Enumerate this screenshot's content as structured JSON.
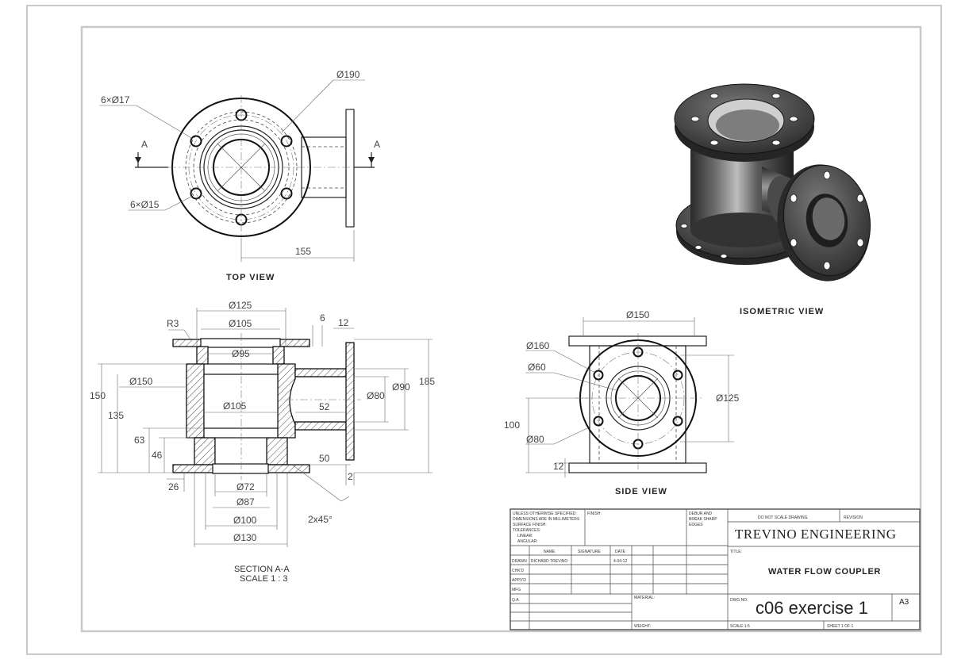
{
  "views": {
    "top_view": "TOP VIEW",
    "section_view": "SECTION A-A",
    "section_scale": "SCALE 1 : 3",
    "side_view": "SIDE VIEW",
    "isometric_view": "ISOMETRIC VIEW",
    "section_marker": "A"
  },
  "top_dims": {
    "holes_17": "6×Ø17",
    "holes_15": "6×Ø15",
    "flange_dia": "Ø190",
    "offset": "155"
  },
  "section_dims": {
    "d125": "Ø125",
    "d105_top": "Ø105",
    "d95": "Ø95",
    "d150": "Ø150",
    "d105_mid": "Ø105",
    "d80": "Ø80",
    "d90": "Ø90",
    "d72": "Ø72",
    "d87": "Ø87",
    "d100": "Ø100",
    "d130": "Ø130",
    "r3": "R3",
    "v6": "6",
    "v12": "12",
    "v150": "150",
    "v135": "135",
    "v63": "63",
    "v46": "46",
    "v26": "26",
    "v52": "52",
    "v185": "185",
    "v50": "50",
    "v2": "2",
    "chamfer": "2x45°"
  },
  "side_dims": {
    "d150": "Ø150",
    "d160": "Ø160",
    "d60": "Ø60",
    "d80": "Ø80",
    "d125": "Ø125",
    "v100": "100",
    "v12": "12"
  },
  "title_block": {
    "tolerance_note": [
      "UNLESS OTHERWISE SPECIFIED:",
      "DIMENSIONS ARE IN MILLIMETERS",
      "SURFACE FINISH:",
      "TOLERANCES:",
      "LINEAR:",
      "ANGULAR:"
    ],
    "finish": "FINISH:",
    "deburr": [
      "DEBUR AND",
      "BREAK SHARP",
      "EDGES"
    ],
    "do_not_scale": "DO NOT SCALE DRAWING",
    "revision": "REVISION",
    "company": "TREVINO ENGINEERING",
    "col_name": "NAME",
    "col_signature": "SIGNATURE",
    "col_date": "DATE",
    "rows": [
      "DRAWN",
      "CHK'D",
      "APPV'D",
      "MFG",
      "Q.A"
    ],
    "drawn_name": "RICHARD TREVINO",
    "drawn_date": "4-04-12",
    "title_label": "TITLE:",
    "title": "WATER FLOW COUPLER",
    "material_label": "MATERIAL:",
    "dwg_label": "DWG NO.",
    "dwg_no": "c06 exercise 1",
    "size": "A3",
    "weight_label": "WEIGHT:",
    "scale_label": "SCALE:1:5",
    "sheet_label": "SHEET 1 OF 1"
  },
  "colors": {
    "line": "#222222",
    "frame": "#c8c8c8",
    "metal_dark": "#2e2e2e",
    "metal_mid": "#6a6a6a",
    "metal_light": "#b5b5b5"
  }
}
